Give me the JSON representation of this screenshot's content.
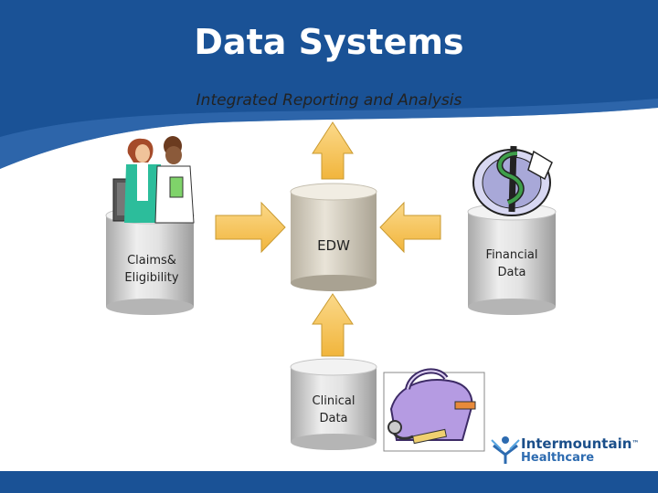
{
  "title": "Data Systems",
  "subtitle": "Integrated Reporting and Analysis",
  "nodes": {
    "claims": "Claims& Eligibility",
    "claims_line1": "Claims&",
    "claims_line2": "Eligibility",
    "edw": "EDW",
    "financial_line1": "Financial",
    "financial_line2": "Data",
    "clinical_line1": "Clinical",
    "clinical_line2": "Data"
  },
  "logo": {
    "line1": "Intermountain",
    "line2": "Healthcare",
    "mark": "™"
  },
  "colors": {
    "banner": "#1a5296",
    "arrow": "#f6c150",
    "cylinder": "#d8d8d8",
    "bottom_bar": "#1a5296"
  },
  "icons": [
    "people-clipart-icon",
    "money-clipart-icon",
    "medical-bag-clipart-icon",
    "stethoscope-icon",
    "logo-figure-icon"
  ]
}
